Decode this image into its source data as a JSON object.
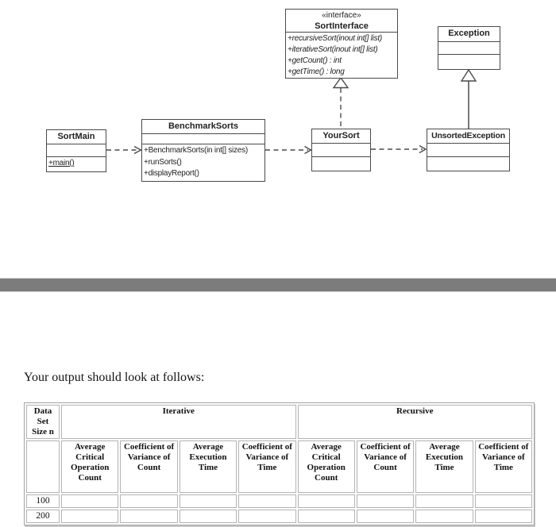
{
  "page": {
    "caption": "Your output should look at follows:"
  },
  "diagram": {
    "classes": {
      "sort_interface": {
        "stereotype": "«interface»",
        "name": "SortInterface",
        "methods": [
          "+recursiveSort(inout int[] list)",
          "+iterativeSort(inout int[] list)",
          "+getCount() : int",
          "+getTime() : long"
        ]
      },
      "exception": {
        "name": "Exception"
      },
      "sort_main": {
        "name": "SortMain",
        "methods": [
          "+main()"
        ]
      },
      "benchmark_sorts": {
        "name": "BenchmarkSorts",
        "methods": [
          "+BenchmarkSorts(in int[] sizes)",
          "+runSorts()",
          "+displayReport()"
        ]
      },
      "your_sort": {
        "name": "YourSort"
      },
      "unsorted_exception": {
        "name": "UnsortedException"
      }
    },
    "relations": [
      {
        "from": "SortMain",
        "to": "BenchmarkSorts",
        "type": "dependency-dashed-arrow"
      },
      {
        "from": "BenchmarkSorts",
        "to": "YourSort",
        "type": "dependency-dashed-arrow"
      },
      {
        "from": "YourSort",
        "to": "UnsortedException",
        "type": "dependency-dashed-arrow"
      },
      {
        "from": "YourSort",
        "to": "SortInterface",
        "type": "realization-dashed-hollow-triangle"
      },
      {
        "from": "UnsortedException",
        "to": "Exception",
        "type": "generalization-solid-hollow-triangle"
      }
    ]
  },
  "table": {
    "corner_header": "Data Set Size n",
    "group_headers": [
      "Iterative",
      "Recursive"
    ],
    "sub_headers": [
      "Average Critical Operation Count",
      "Coefficient of Variance of Count",
      "Average Execution Time",
      "Coefficient of Variance of Time"
    ],
    "rows": [
      "100",
      "200"
    ]
  },
  "colors": {
    "divider_bar": "#7c7c7c",
    "uml_line": "#4a4a4a",
    "table_border": "#b4b4b4"
  }
}
